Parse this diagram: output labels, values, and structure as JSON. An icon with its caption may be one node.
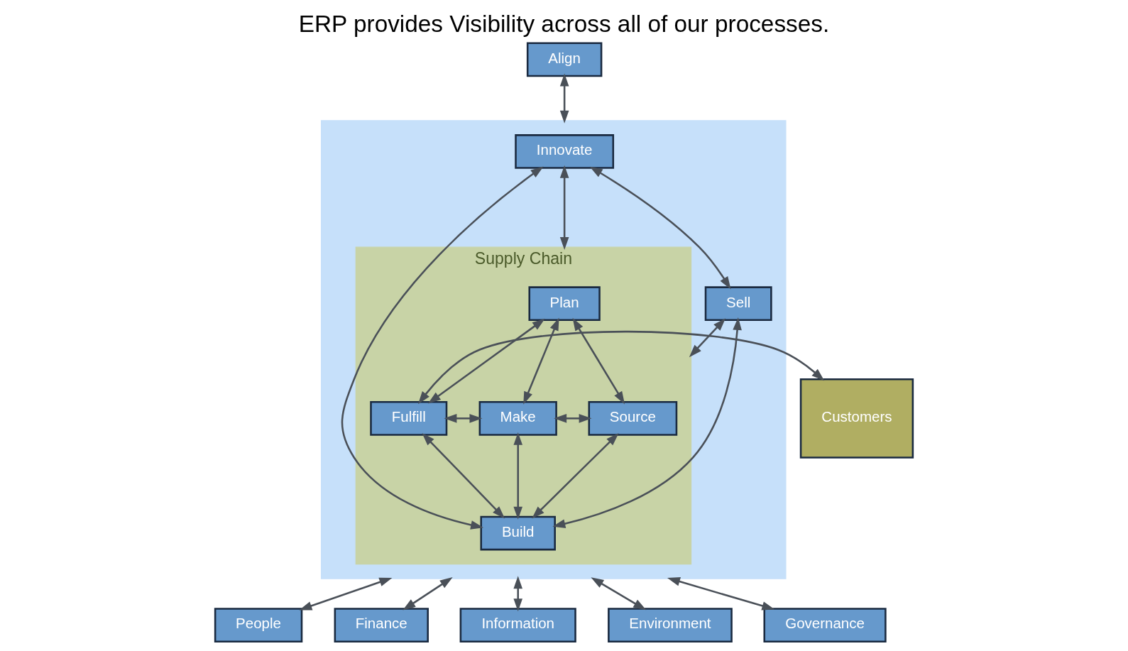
{
  "diagram": {
    "title": "ERP provides Visibility across all of our processes.",
    "nodes": [
      {
        "text": [
          "Align"
        ]
      },
      {
        "text": [],
        "shape": "box"
      },
      {
        "text": [
          "Supply Chain"
        ],
        "in": 1
      },
      {
        "text": [
          "Plan"
        ],
        "in": 2
      },
      {
        "text": [
          "Innovate"
        ],
        "in": 1
      },
      {
        "text": [
          "Source"
        ],
        "in": 2
      },
      {
        "text": [
          "Make"
        ],
        "in": 2
      },
      {
        "text": [
          "Fulfill"
        ],
        "in": 2
      },
      {
        "text": [
          "Customers"
        ]
      },
      {
        "text": [
          "Sell"
        ],
        "in": 1
      },
      {
        "text": [
          "Build"
        ],
        "in": 2
      },
      {
        "text": [
          "People"
        ]
      },
      {
        "text": [
          "Finance"
        ]
      },
      {
        "text": [
          "Information"
        ]
      },
      {
        "text": [
          "Environment"
        ]
      },
      {
        "text": [
          "Governance"
        ]
      }
    ],
    "edges": [
      {
        "from": 0,
        "to": 1,
        "arrow": "both"
      },
      {
        "from": 4,
        "to": 2,
        "arrow": "both"
      },
      {
        "from": 4,
        "to": 9,
        "arrow": "both"
      },
      {
        "from": 3,
        "to": 5,
        "arrow": "both"
      },
      {
        "from": 3,
        "to": 6,
        "arrow": "both"
      },
      {
        "from": 3,
        "to": 7,
        "arrow": "both"
      },
      {
        "from": 5,
        "to": 6,
        "arrow": "both"
      },
      {
        "from": 6,
        "to": 7,
        "arrow": "both"
      },
      {
        "from": 7,
        "to": 8,
        "arrow": "both"
      },
      {
        "from": 9,
        "to": 2,
        "arrow": "both"
      },
      {
        "from": 5,
        "to": 10,
        "arrow": "both"
      },
      {
        "from": 6,
        "to": 10,
        "arrow": "both"
      },
      {
        "from": 7,
        "to": 10,
        "arrow": "both"
      },
      {
        "from": 9,
        "to": 10,
        "arrow": "both"
      },
      {
        "from": 4,
        "to": 10,
        "arrow": "both"
      },
      {
        "from": 11,
        "to": 1,
        "arrow": "both"
      },
      {
        "from": 12,
        "to": 1,
        "arrow": "both"
      },
      {
        "from": 13,
        "to": 1,
        "arrow": "both"
      },
      {
        "from": 14,
        "to": 1,
        "arrow": "both"
      },
      {
        "from": 15,
        "to": 1,
        "arrow": "both"
      }
    ]
  }
}
